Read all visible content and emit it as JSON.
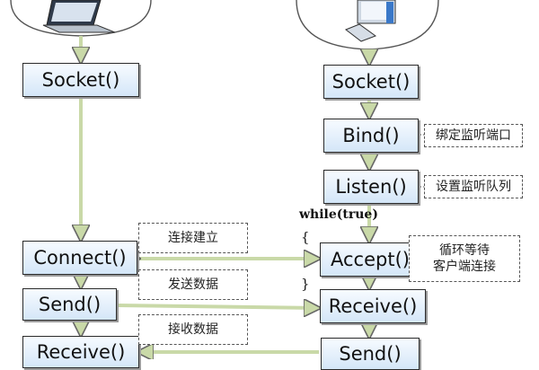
{
  "client": {
    "steps": {
      "socket": "Socket()",
      "connect": "Connect()",
      "send": "Send()",
      "receive": "Receive()"
    }
  },
  "server": {
    "steps": {
      "socket": "Socket()",
      "bind": "Bind()",
      "listen": "Listen()",
      "accept": "Accept()",
      "receive": "Receive()",
      "send": "Send()"
    }
  },
  "notes": {
    "bind": "绑定监听端口",
    "listen": "设置监听队列",
    "accept_line1": "循环等待",
    "accept_line2": "客户端连接",
    "connect": "连接建立",
    "send": "发送数据",
    "receive": "接收数据"
  },
  "loop": {
    "label": "while(true)",
    "open_brace": "{",
    "close_brace": "}"
  },
  "colors": {
    "arrow": "#c9d9a8",
    "box_top": "#f7fbff",
    "box_bottom": "#d4e6f8"
  }
}
